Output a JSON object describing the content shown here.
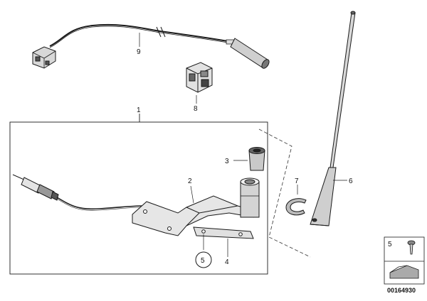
{
  "labels": {
    "part_1": "1",
    "part_2": "2",
    "part_3": "3",
    "part_4": "4",
    "part_5": "5",
    "part_6": "6",
    "part_7": "7",
    "part_8": "8",
    "part_9": "9",
    "legend_5": "5"
  },
  "document_number": "00164930",
  "colors": {
    "line": "#1a1a1a",
    "fill_light": "#e8e8e8",
    "fill_mid": "#b8b8b8",
    "fill_dark": "#555555"
  }
}
